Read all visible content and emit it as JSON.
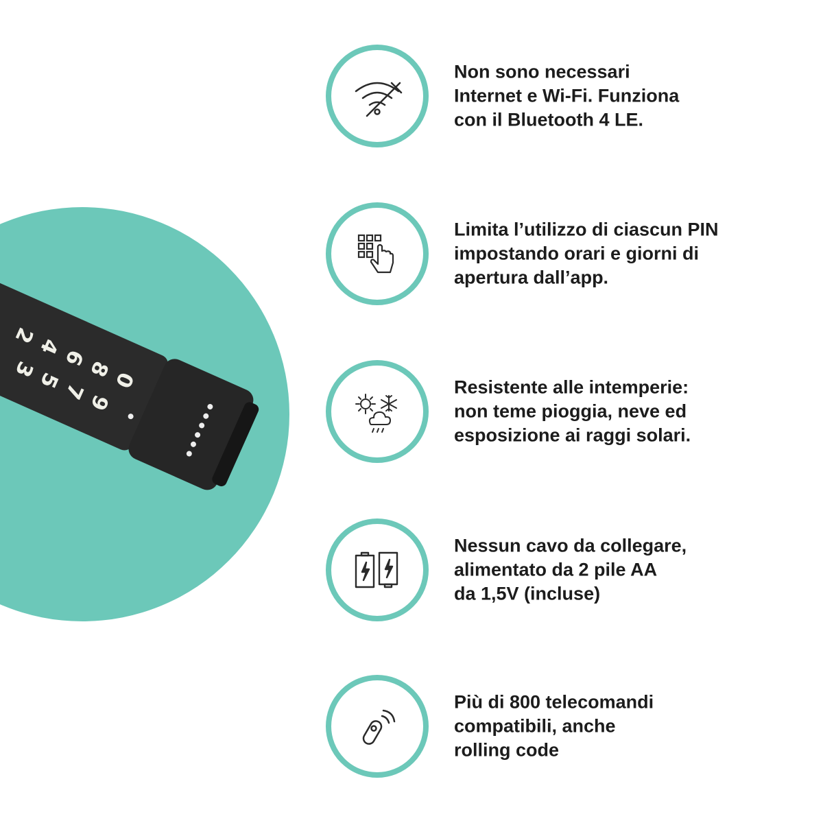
{
  "colors": {
    "accent": "#6cc8b9",
    "device": "#2b2b2b",
    "text": "#1c1c1c"
  },
  "device": {
    "keypad_top": [
      "2",
      "4",
      "6",
      "8",
      "0"
    ],
    "keypad_bottom": [
      "3",
      "5",
      "7",
      "9"
    ]
  },
  "features": [
    {
      "icon": "wifi-off-icon",
      "lines": [
        "Non sono necessari",
        "Internet e Wi-Fi. Funziona",
        "con il Bluetooth 4 LE."
      ]
    },
    {
      "icon": "keypad-touch-icon",
      "lines": [
        "Limita l’utilizzo di ciascun PIN",
        "impostando orari e giorni di",
        "apertura dall’app."
      ]
    },
    {
      "icon": "weather-icon",
      "lines": [
        "Resistente alle intemperie:",
        "non teme pioggia, neve ed",
        "esposizione ai raggi solari."
      ]
    },
    {
      "icon": "battery-icon",
      "lines": [
        "Nessun cavo da collegare,",
        "alimentato da 2 pile AA",
        "da 1,5V (incluse)"
      ]
    },
    {
      "icon": "remote-control-icon",
      "lines": [
        "Più di 800 telecomandi",
        "compatibili, anche",
        "rolling code"
      ]
    }
  ]
}
